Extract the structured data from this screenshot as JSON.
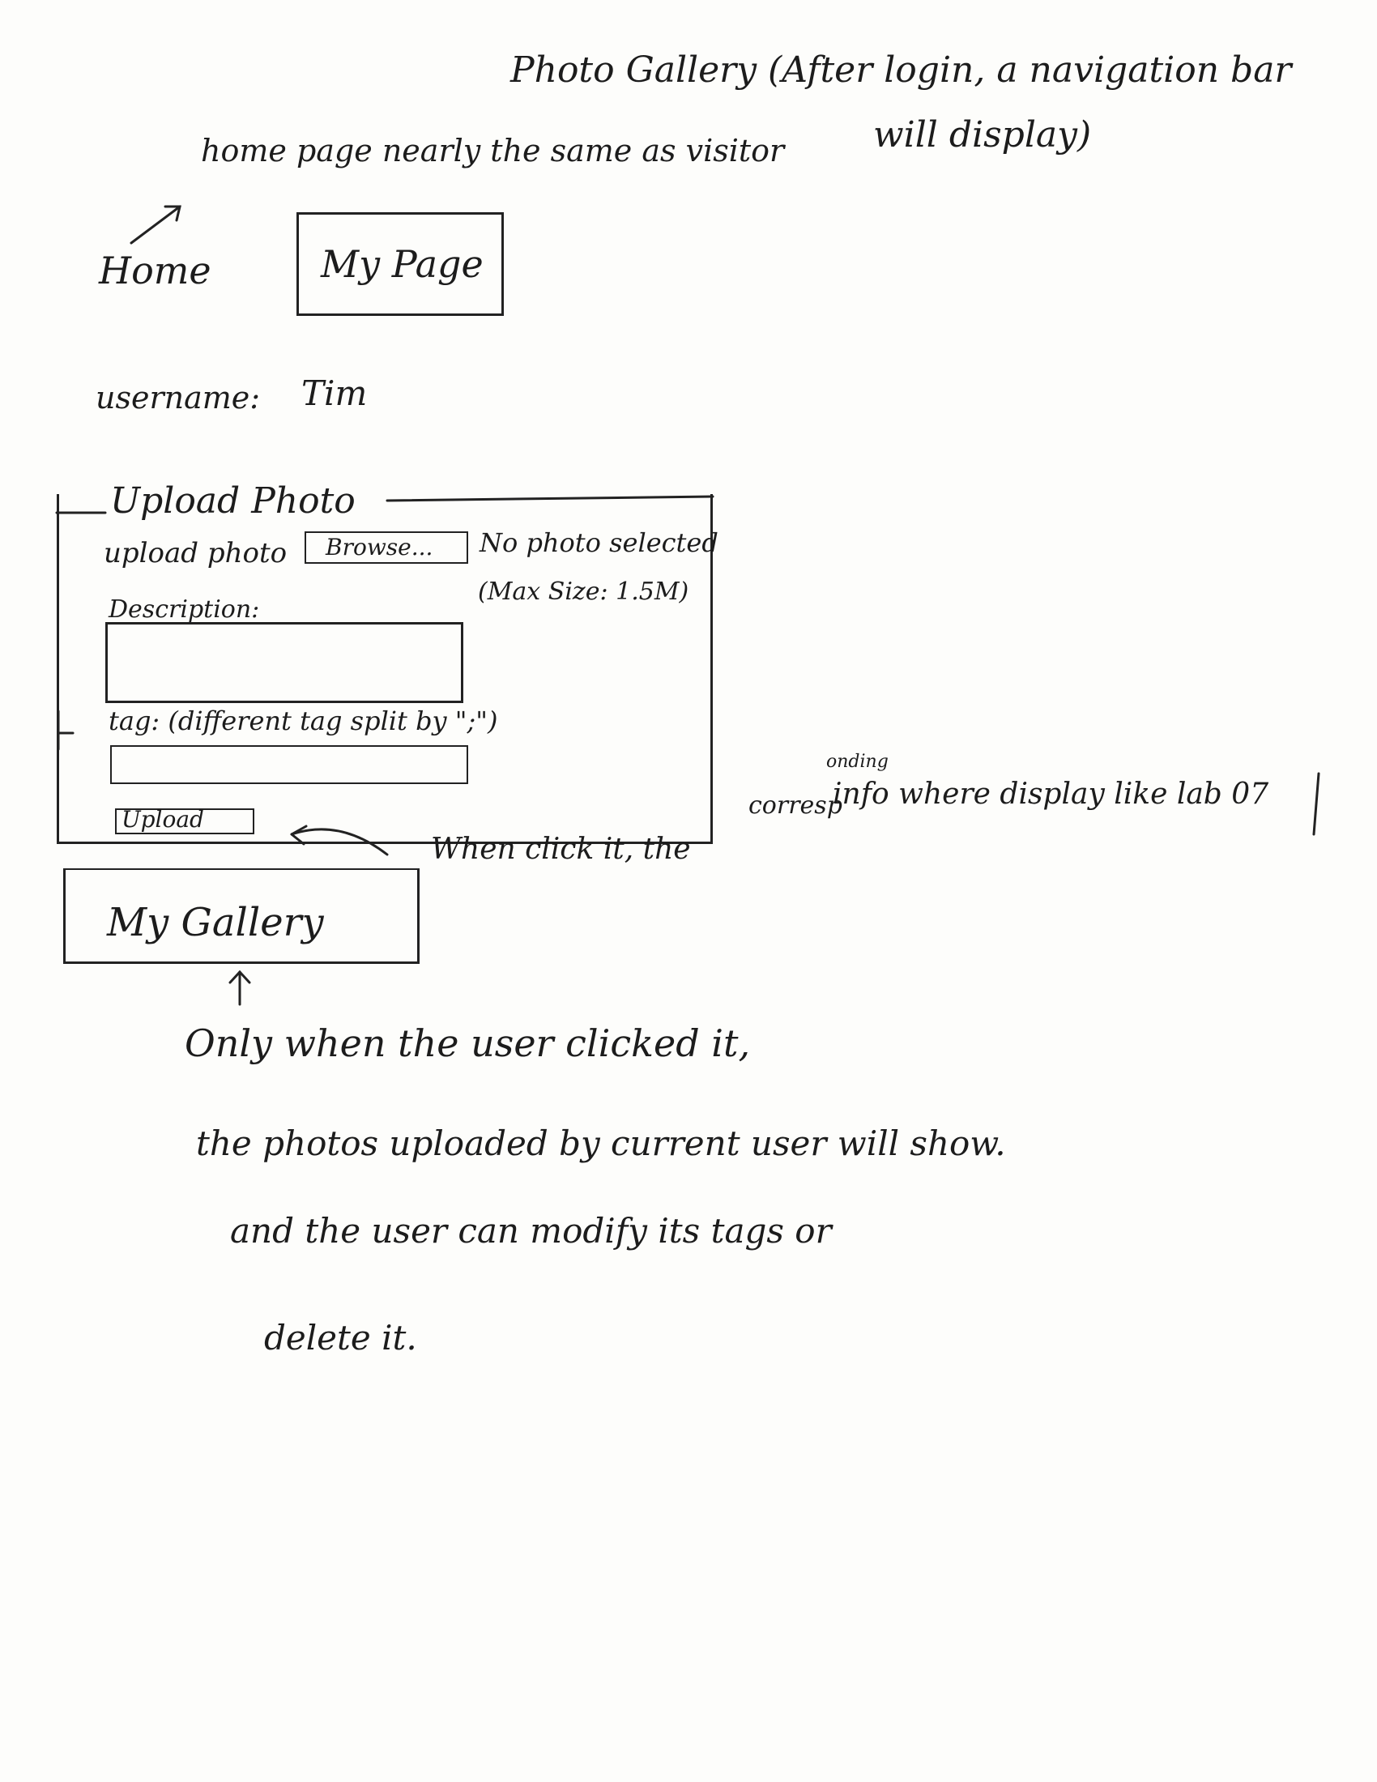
{
  "header": {
    "title_line1": "Photo Gallery (After login, a navigation bar",
    "title_line2": "will display)",
    "home_note": "home page nearly the same as visitor"
  },
  "nav": {
    "home_label": "Home",
    "my_page_label": "My Page"
  },
  "user": {
    "username_label": "username:",
    "username_value": "Tim"
  },
  "upload_section": {
    "legend": "Upload Photo",
    "upload_photo_label": "upload photo",
    "browse_button": "Browse...",
    "no_photo_text": "No photo selected",
    "max_size_text": "(Max Size: 1.5M)",
    "description_label": "Description:",
    "description_value": "",
    "tag_label": "tag: (different tag split by \";\")",
    "tag_value": "",
    "upload_button": "Upload"
  },
  "upload_note": {
    "line_a": "When click it, the",
    "line_b_prefix": "corresp",
    "line_b_superscript": "onding",
    "line_b_suffix": "info where display like lab 07"
  },
  "gallery": {
    "title": "My Gallery"
  },
  "gallery_note": {
    "line1": "Only when the user clicked it,",
    "line2": "the photos uploaded by current user will show.",
    "line3": "and the user can modify its tags or",
    "line4": "delete it."
  }
}
